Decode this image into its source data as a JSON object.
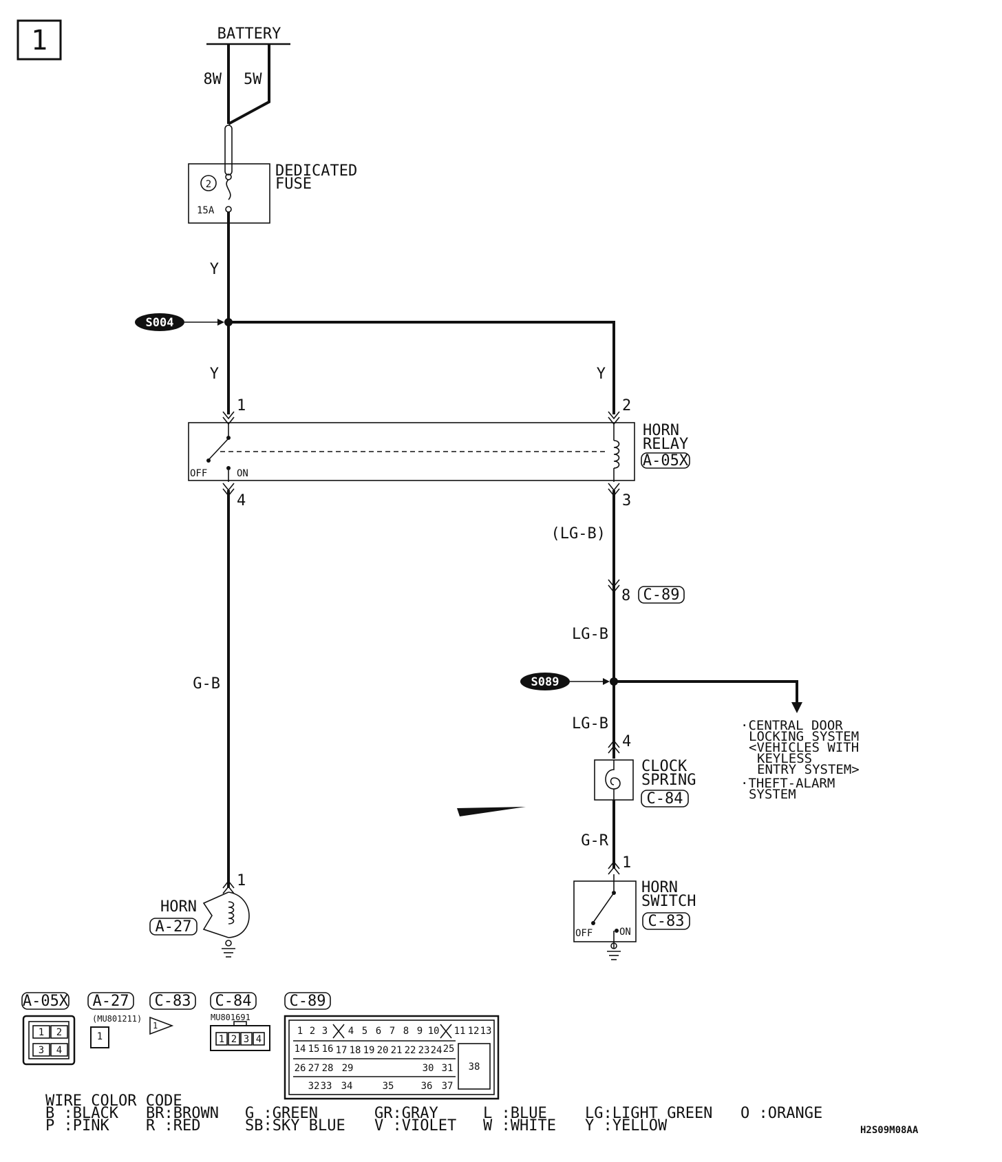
{
  "page_number": "1",
  "battery": {
    "label": "BATTERY",
    "wire_left": "8W",
    "wire_right": "5W"
  },
  "fuse": {
    "number": "2",
    "rating": "15A",
    "label_line1": "DEDICATED",
    "label_line2": "FUSE"
  },
  "wires": {
    "y_top": "Y",
    "y_left": "Y",
    "y_right": "Y",
    "lgb_paren": "(LG-B)",
    "lgb_upper": "LG-B",
    "lgb_lower": "LG-B",
    "gb": "G-B",
    "gr": "G-R"
  },
  "splices": {
    "s1": "S004",
    "s2": "S089"
  },
  "horn_relay": {
    "label_line1": "HORN",
    "label_line2": "RELAY",
    "connector": "A-05X",
    "pin1": "1",
    "pin2": "2",
    "pin3": "3",
    "pin4": "4",
    "off": "OFF",
    "on": "ON"
  },
  "junction": {
    "pin": "8",
    "connector": "C-89"
  },
  "clock_spring": {
    "label_line1": "CLOCK",
    "label_line2": "SPRING",
    "connector": "C-84",
    "pin": "4"
  },
  "horn_switch": {
    "label_line1": "HORN",
    "label_line2": "SWITCH",
    "connector": "C-83",
    "pin": "1",
    "off": "OFF",
    "on": "ON"
  },
  "horn": {
    "label": "HORN",
    "connector": "A-27",
    "pin": "1"
  },
  "destination": {
    "line1": "·CENTRAL DOOR",
    "line2": "LOCKING SYSTEM",
    "line3": "<VEHICLES WITH",
    "line4": "KEYLESS",
    "line5": "ENTRY SYSTEM>",
    "line6": "·THEFT-ALARM",
    "line7": "SYSTEM"
  },
  "connectors_legend": {
    "c1": "A-05X",
    "c2": "A-27",
    "c3": "C-83",
    "c4": "C-84",
    "c5": "C-89",
    "part_a27": "(MU801211)",
    "part_c84": "MU801691",
    "a05x_pins": [
      "1",
      "2",
      "3",
      "4"
    ],
    "a27_pin": "1",
    "c84_pins": [
      "1",
      "2",
      "3",
      "4"
    ],
    "c89_row1": [
      "1",
      "2",
      "3",
      "4",
      "5",
      "6",
      "7",
      "8",
      "9",
      "10",
      "11",
      "12",
      "13"
    ],
    "c89_row2": [
      "14",
      "15",
      "16",
      "17",
      "18",
      "19",
      "20",
      "21",
      "22",
      "23",
      "24",
      "25"
    ],
    "c89_row3": [
      "26",
      "27",
      "28",
      "29",
      "30",
      "31"
    ],
    "c89_row4": [
      "32",
      "33",
      "34",
      "35",
      "36",
      "37"
    ],
    "c89_big": "38"
  },
  "color_code": {
    "title": "WIRE COLOR CODE",
    "row1": [
      "B :BLACK",
      "BR:BROWN",
      "G :GREEN",
      "GR:GRAY",
      "L :BLUE",
      "LG:LIGHT GREEN",
      "O :ORANGE"
    ],
    "row2": [
      "P :PINK",
      "R :RED",
      "SB:SKY BLUE",
      "V :VIOLET",
      "W :WHITE",
      "Y :YELLOW"
    ]
  },
  "figure_code": "H2S09M08AA"
}
